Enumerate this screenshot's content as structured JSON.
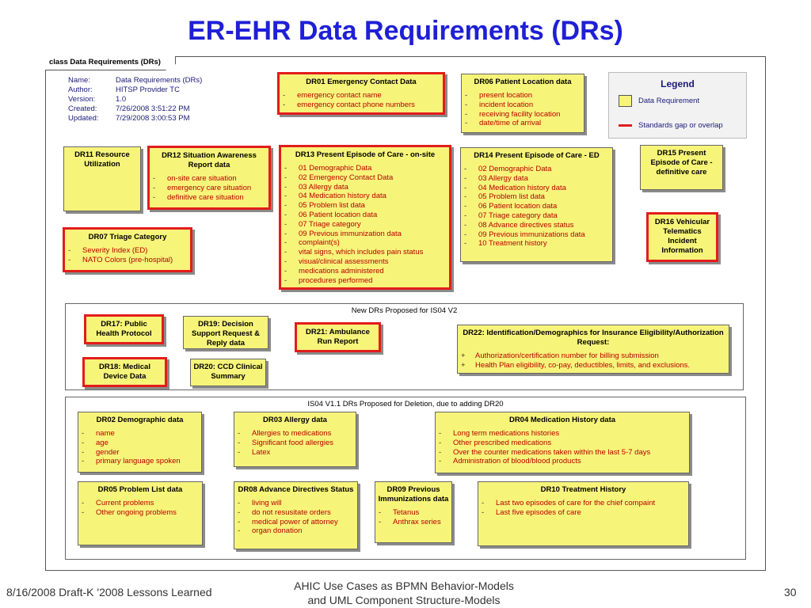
{
  "slide_title": "ER-EHR Data Requirements (DRs)",
  "frame_label": "class Data Requirements (DRs)",
  "meta": [
    {
      "k": "Name:",
      "v": "Data Requirements (DRs)"
    },
    {
      "k": "Author:",
      "v": "HITSP Provider TC"
    },
    {
      "k": "Version:",
      "v": "1.0"
    },
    {
      "k": "Created:",
      "v": "7/26/2008 3:51:22 PM"
    },
    {
      "k": "Updated:",
      "v": "7/29/2008 3:00:53 PM"
    }
  ],
  "legend": {
    "title": "Legend",
    "item1": "Data Requirement",
    "item2": "Standards gap or overlap",
    "gap_color": "#e21c1c",
    "fill_color": "#f7f47a"
  },
  "boxes": {
    "dr01": {
      "title": "DR01 Emergency Contact Data",
      "items": [
        "emergency contact name",
        "emergency contact phone numbers"
      ]
    },
    "dr06": {
      "title": "DR06 Patient Location data",
      "items": [
        "present location",
        "incident location",
        "receiving facility location",
        "date/time of arrival"
      ]
    },
    "dr11": {
      "title": "DR11 Resource Utilization",
      "items": []
    },
    "dr12": {
      "title": "DR12 Situation Awareness Report data",
      "items": [
        "on-site care situation",
        "emergency care situation",
        "definitive care situation"
      ]
    },
    "dr13": {
      "title": "DR13 Present Episode of Care - on-site",
      "items": [
        "01 Demographic Data",
        "02 Emergency Contact Data",
        "03 Allergy data",
        "04 Medication history data",
        "05 Problem list data",
        "06 Patient location data",
        "07 Triage category",
        "09 Previous immunization data",
        "complaint(s)",
        "vital signs, which includes pain status",
        "visual/clinical assessments",
        "medications administered",
        "procedures performed"
      ]
    },
    "dr14": {
      "title": "DR14 Present Episode of Care - ED",
      "items": [
        "02 Demographic Data",
        "03 Allergy data",
        "04 Medication history data",
        "05 Problem list data",
        "06 Patient location data",
        "07 Triage category data",
        "08 Advance directives status",
        "09 Previous immunizations data",
        "10 Treatment history"
      ]
    },
    "dr15": {
      "title": "DR15 Present Episode of Care - definitive care",
      "items": []
    },
    "dr16": {
      "title": "DR16 Vehicular Telematics Incident Information",
      "items": []
    },
    "dr07": {
      "title": "DR07 Triage Category",
      "items": [
        "Severity Index (ED)",
        "NATO Colors (pre-hospital)"
      ]
    }
  },
  "new_group": {
    "caption": "New DRs Proposed for IS04 V2",
    "dr17": "DR17: Public Health Protocol",
    "dr18": "DR18: Medical Device Data",
    "dr19": "DR19: Decision Support Request & Reply data",
    "dr20": "DR20: CCD Clinical Summary",
    "dr21": "DR21: Ambulance Run Report",
    "dr22": {
      "title": "DR22: Identification/Demographics for Insurance Eligibility/Authorization Request:",
      "items": [
        "Authorization/certification number for billing submission",
        "Health Plan eligibility, co-pay, deductibles, limits, and exclusions."
      ]
    }
  },
  "del_group": {
    "caption": "IS04 V1.1 DRs Proposed for Deletion, due to adding DR20",
    "dr02": {
      "title": "DR02 Demographic data",
      "items": [
        "name",
        "age",
        "gender",
        "primary language spoken"
      ]
    },
    "dr03": {
      "title": "DR03 Allergy data",
      "items": [
        "Allergies to medications",
        "Significant food allergies",
        "Latex"
      ]
    },
    "dr04": {
      "title": "DR04 Medication History data",
      "items": [
        "Long term medications histories",
        "Other prescribed medications",
        "Over the counter medications taken within the last 5-7 days",
        "Administration of blood/blood products"
      ]
    },
    "dr05": {
      "title": "DR05 Problem List data",
      "items": [
        "Current problems",
        "Other ongoing problems"
      ]
    },
    "dr08": {
      "title": "DR08 Advance Directives Status",
      "items": [
        "living will",
        "do not resusitate orders",
        "medical power of attorney",
        "organ donation"
      ]
    },
    "dr09": {
      "title": "DR09 Previous Immunizations data",
      "items": [
        "Tetanus",
        "Anthrax series"
      ]
    },
    "dr10": {
      "title": "DR10 Treatment History",
      "items": [
        "Last two episodes of care for the chief compaint",
        "Last five episodes of care"
      ]
    }
  },
  "footer": {
    "left": "8/16/2008 Draft-K '2008 Lessons Learned",
    "center_line1": "AHIC Use Cases as BPMN Behavior-Models",
    "center_line2": "and UML Component Structure-Models",
    "page": "30"
  }
}
